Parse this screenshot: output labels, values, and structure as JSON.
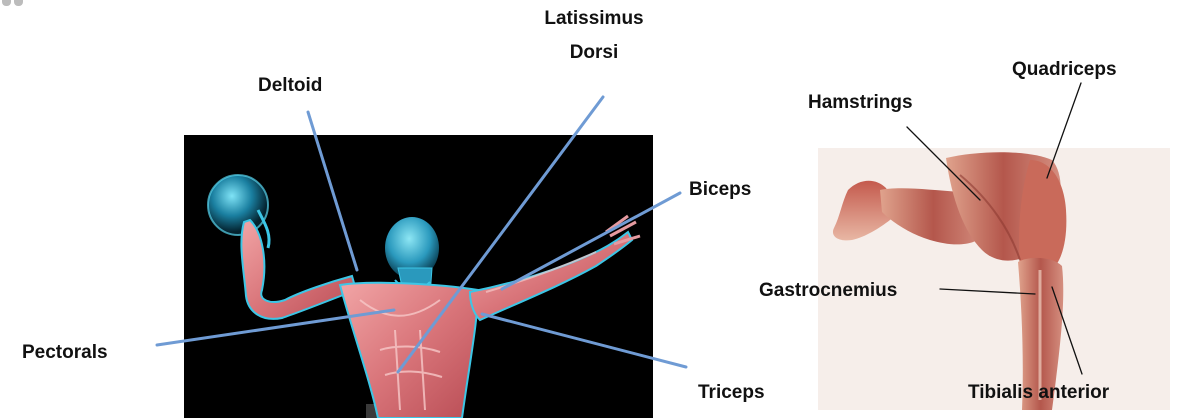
{
  "labels": {
    "deltoid": "Deltoid",
    "latissimus_line1": "Latissimus",
    "latissimus_line2": "Dorsi",
    "biceps": "Biceps",
    "pectorals": "Pectorals",
    "triceps": "Triceps",
    "quadriceps": "Quadriceps",
    "hamstrings": "Hamstrings",
    "gastrocnemius": "Gastrocnemius",
    "tibialis_anterior": "Tibialis anterior"
  },
  "colors": {
    "upper_leader_lines": "#6f9bd4",
    "lower_leader_lines": "#111111",
    "photo_background": "#000000",
    "muscle": "#d9757a",
    "muscle_dark": "#b94d55",
    "skeleton_glow": "#3cc6e6"
  }
}
